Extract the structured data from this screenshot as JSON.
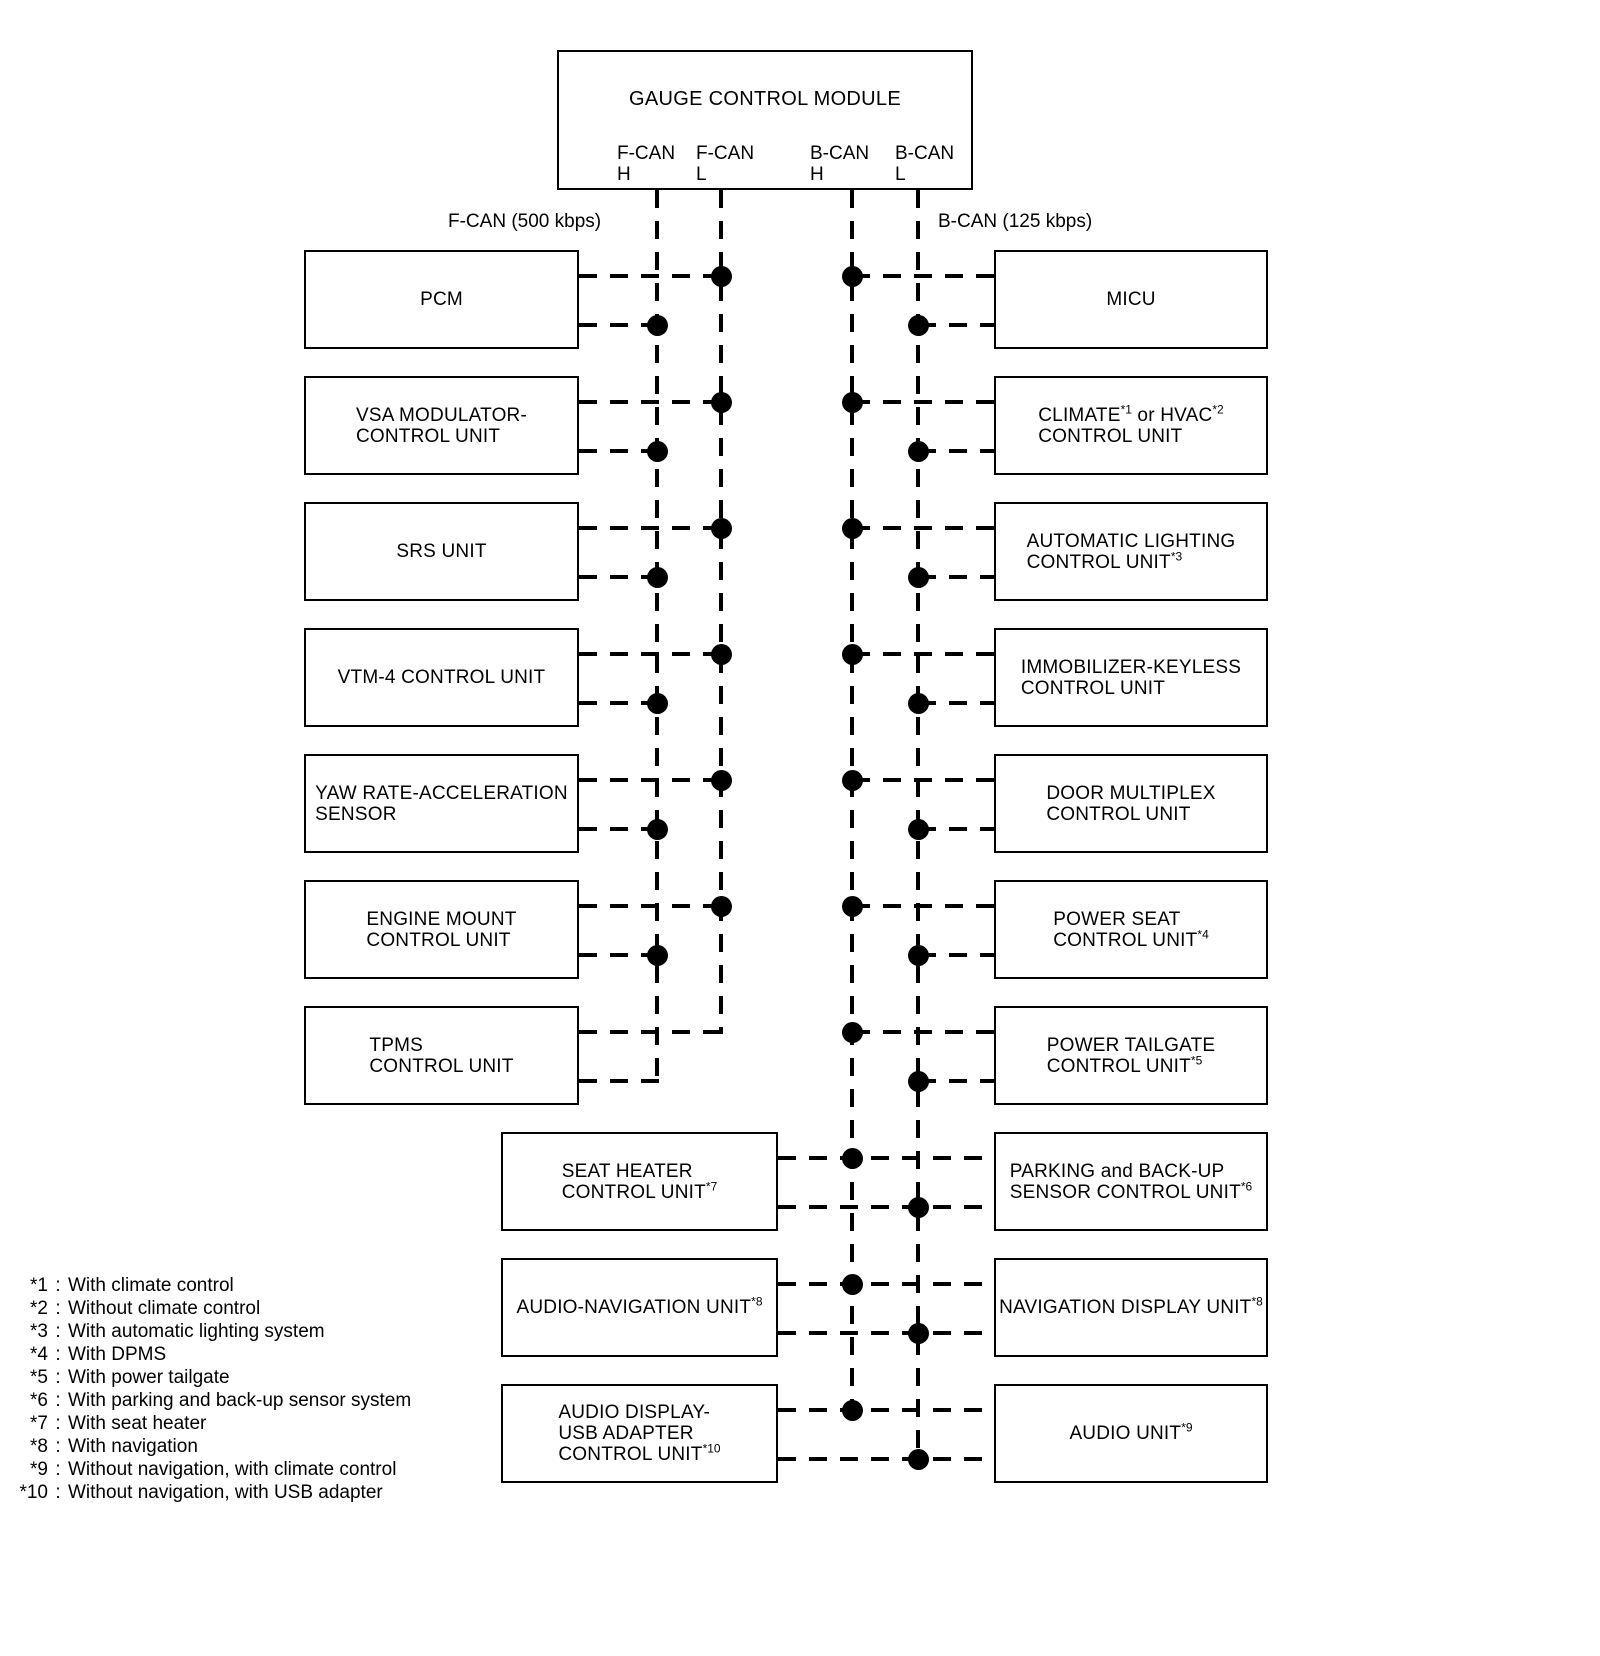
{
  "gauge": {
    "title": "GAUGE CONTROL MODULE",
    "pins": [
      {
        "bus": "F-CAN",
        "level": "H"
      },
      {
        "bus": "F-CAN",
        "level": "L"
      },
      {
        "bus": "B-CAN",
        "level": "H"
      },
      {
        "bus": "B-CAN",
        "level": "L"
      }
    ]
  },
  "bus_labels": {
    "fcan": "F-CAN (500 kbps)",
    "bcan": "B-CAN (125 kbps)"
  },
  "units": {
    "left": [
      {
        "line1": "PCM"
      },
      {
        "line1": "VSA MODULATOR-",
        "line2": "CONTROL UNIT"
      },
      {
        "line1": "SRS UNIT"
      },
      {
        "line1": "VTM-4 CONTROL UNIT"
      },
      {
        "line1": "YAW RATE-ACCELERATION",
        "line2": "SENSOR"
      },
      {
        "line1": "ENGINE MOUNT",
        "line2": "CONTROL UNIT"
      },
      {
        "line1": "TPMS",
        "line2": "CONTROL UNIT"
      }
    ],
    "middle": [
      {
        "line1": "SEAT HEATER",
        "line2": "CONTROL UNIT",
        "sup2": "*7"
      },
      {
        "line1": "AUDIO-NAVIGATION UNIT",
        "sup1": "*8"
      },
      {
        "line1": "AUDIO DISPLAY-",
        "line2": "USB ADAPTER",
        "line3": "CONTROL UNIT",
        "sup3": "*10"
      }
    ],
    "right": [
      {
        "line1": "MICU"
      },
      {
        "line1": "CLIMATE",
        "sup1": "*1",
        "line1b": " or HVAC",
        "sup1b": "*2",
        "line2": "CONTROL UNIT"
      },
      {
        "line1": "AUTOMATIC LIGHTING",
        "line2": "CONTROL UNIT",
        "sup2": "*3"
      },
      {
        "line1": "IMMOBILIZER-KEYLESS",
        "line2": "CONTROL UNIT"
      },
      {
        "line1": "DOOR MULTIPLEX",
        "line2": "CONTROL UNIT"
      },
      {
        "line1": "POWER SEAT",
        "line2": "CONTROL UNIT",
        "sup2": "*4"
      },
      {
        "line1": "POWER TAILGATE",
        "line2": "CONTROL UNIT",
        "sup2": "*5"
      },
      {
        "line1": "PARKING and BACK-UP",
        "line2": "SENSOR CONTROL UNIT",
        "sup2": "*6"
      },
      {
        "line1": "NAVIGATION DISPLAY UNIT",
        "sup1": "*8"
      },
      {
        "line1": "AUDIO UNIT",
        "sup1": "*9"
      }
    ]
  },
  "footnotes": {
    "separator": ":",
    "items": [
      {
        "num": "*1",
        "text": "With climate control"
      },
      {
        "num": "*2",
        "text": "Without climate control"
      },
      {
        "num": "*3",
        "text": "With automatic lighting system"
      },
      {
        "num": "*4",
        "text": "With DPMS"
      },
      {
        "num": "*5",
        "text": "With power tailgate"
      },
      {
        "num": "*6",
        "text": "With parking and back-up sensor system"
      },
      {
        "num": "*7",
        "text": "With seat heater"
      },
      {
        "num": "*8",
        "text": "With navigation"
      },
      {
        "num": "*9",
        "text": "Without navigation, with climate control"
      },
      {
        "num": "*10",
        "text": "Without navigation, with USB adapter"
      }
    ]
  },
  "colors": {
    "line": "#000000",
    "background": "#ffffff",
    "text": "#000000"
  }
}
